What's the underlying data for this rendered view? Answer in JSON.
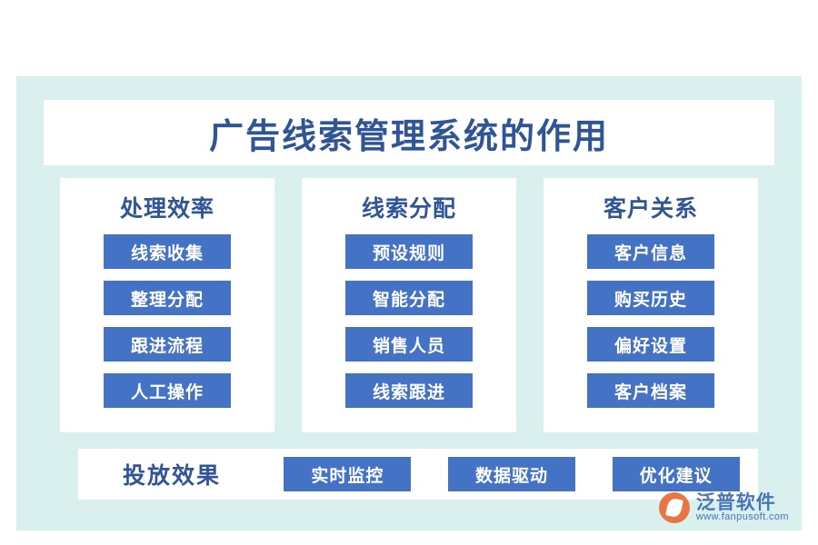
{
  "title": "广告线索管理系统的作用",
  "columns": [
    {
      "heading": "处理效率",
      "items": [
        "线索收集",
        "整理分配",
        "跟进流程",
        "人工操作"
      ]
    },
    {
      "heading": "线索分配",
      "items": [
        "预设规则",
        "智能分配",
        "销售人员",
        "线索跟进"
      ]
    },
    {
      "heading": "客户关系",
      "items": [
        "客户信息",
        "购买历史",
        "偏好设置",
        "客户档案"
      ]
    }
  ],
  "bottom": {
    "heading": "投放效果",
    "items": [
      "实时监控",
      "数据驱动",
      "优化建议"
    ]
  },
  "watermark": {
    "name": "泛普软件",
    "url": "www.fanpusoft.com"
  },
  "colors": {
    "panel_bg": "#d9f0ee",
    "chip_bg": "#4472c4",
    "heading_text": "#2f5597",
    "card_bg": "#ffffff",
    "logo": "#e8703a"
  }
}
